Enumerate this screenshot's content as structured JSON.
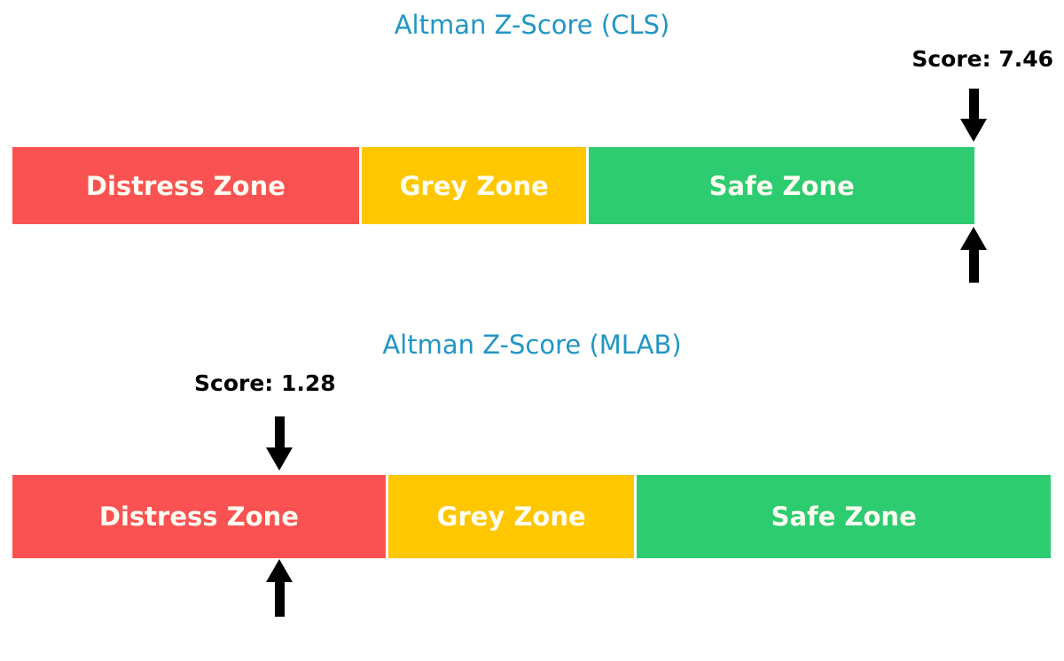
{
  "charts": [
    {
      "title": "Altman Z-Score (CLS)",
      "score_label": "Score: 7.46",
      "zones": [
        {
          "label": "Distress Zone",
          "color": "#fa5252"
        },
        {
          "label": "Grey Zone",
          "color": "#ffc700"
        },
        {
          "label": "Safe Zone",
          "color": "#2ecc71"
        }
      ]
    },
    {
      "title": "Altman Z-Score (MLAB)",
      "score_label": "Score: 1.28",
      "zones": [
        {
          "label": "Distress Zone",
          "color": "#fa5252"
        },
        {
          "label": "Grey Zone",
          "color": "#ffc700"
        },
        {
          "label": "Safe Zone",
          "color": "#2ecc71"
        }
      ]
    }
  ],
  "chart_data": [
    {
      "type": "bar",
      "orientation": "horizontal-stacked",
      "title": "Altman Z-Score (CLS)",
      "xlabel": "",
      "ylabel": "",
      "grid": false,
      "legend": "none",
      "categories": [
        "Distress Zone",
        "Grey Zone",
        "Safe Zone"
      ],
      "values": [
        393,
        255,
        437
      ],
      "colors": [
        "#fa5252",
        "#ffc700",
        "#2ecc71"
      ],
      "annotations": [
        {
          "text": "Score: 7.46",
          "value": 7.46,
          "marker": "double-arrow",
          "position": "right-end"
        }
      ]
    },
    {
      "type": "bar",
      "orientation": "horizontal-stacked",
      "title": "Altman Z-Score (MLAB)",
      "xlabel": "",
      "ylabel": "",
      "grid": false,
      "legend": "none",
      "categories": [
        "Distress Zone",
        "Grey Zone",
        "Safe Zone"
      ],
      "values": [
        423,
        279,
        469
      ],
      "colors": [
        "#fa5252",
        "#ffc700",
        "#2ecc71"
      ],
      "annotations": [
        {
          "text": "Score: 1.28",
          "value": 1.28,
          "marker": "double-arrow",
          "position": "distress-zone"
        }
      ]
    }
  ],
  "palette": {
    "title_blue": "#2196c4",
    "distress_red": "#fa5252",
    "grey_yellow": "#ffc700",
    "safe_green": "#2ecc71",
    "marker_black": "#000000",
    "zone_text": "#fffef2",
    "background": "#ffffff"
  }
}
